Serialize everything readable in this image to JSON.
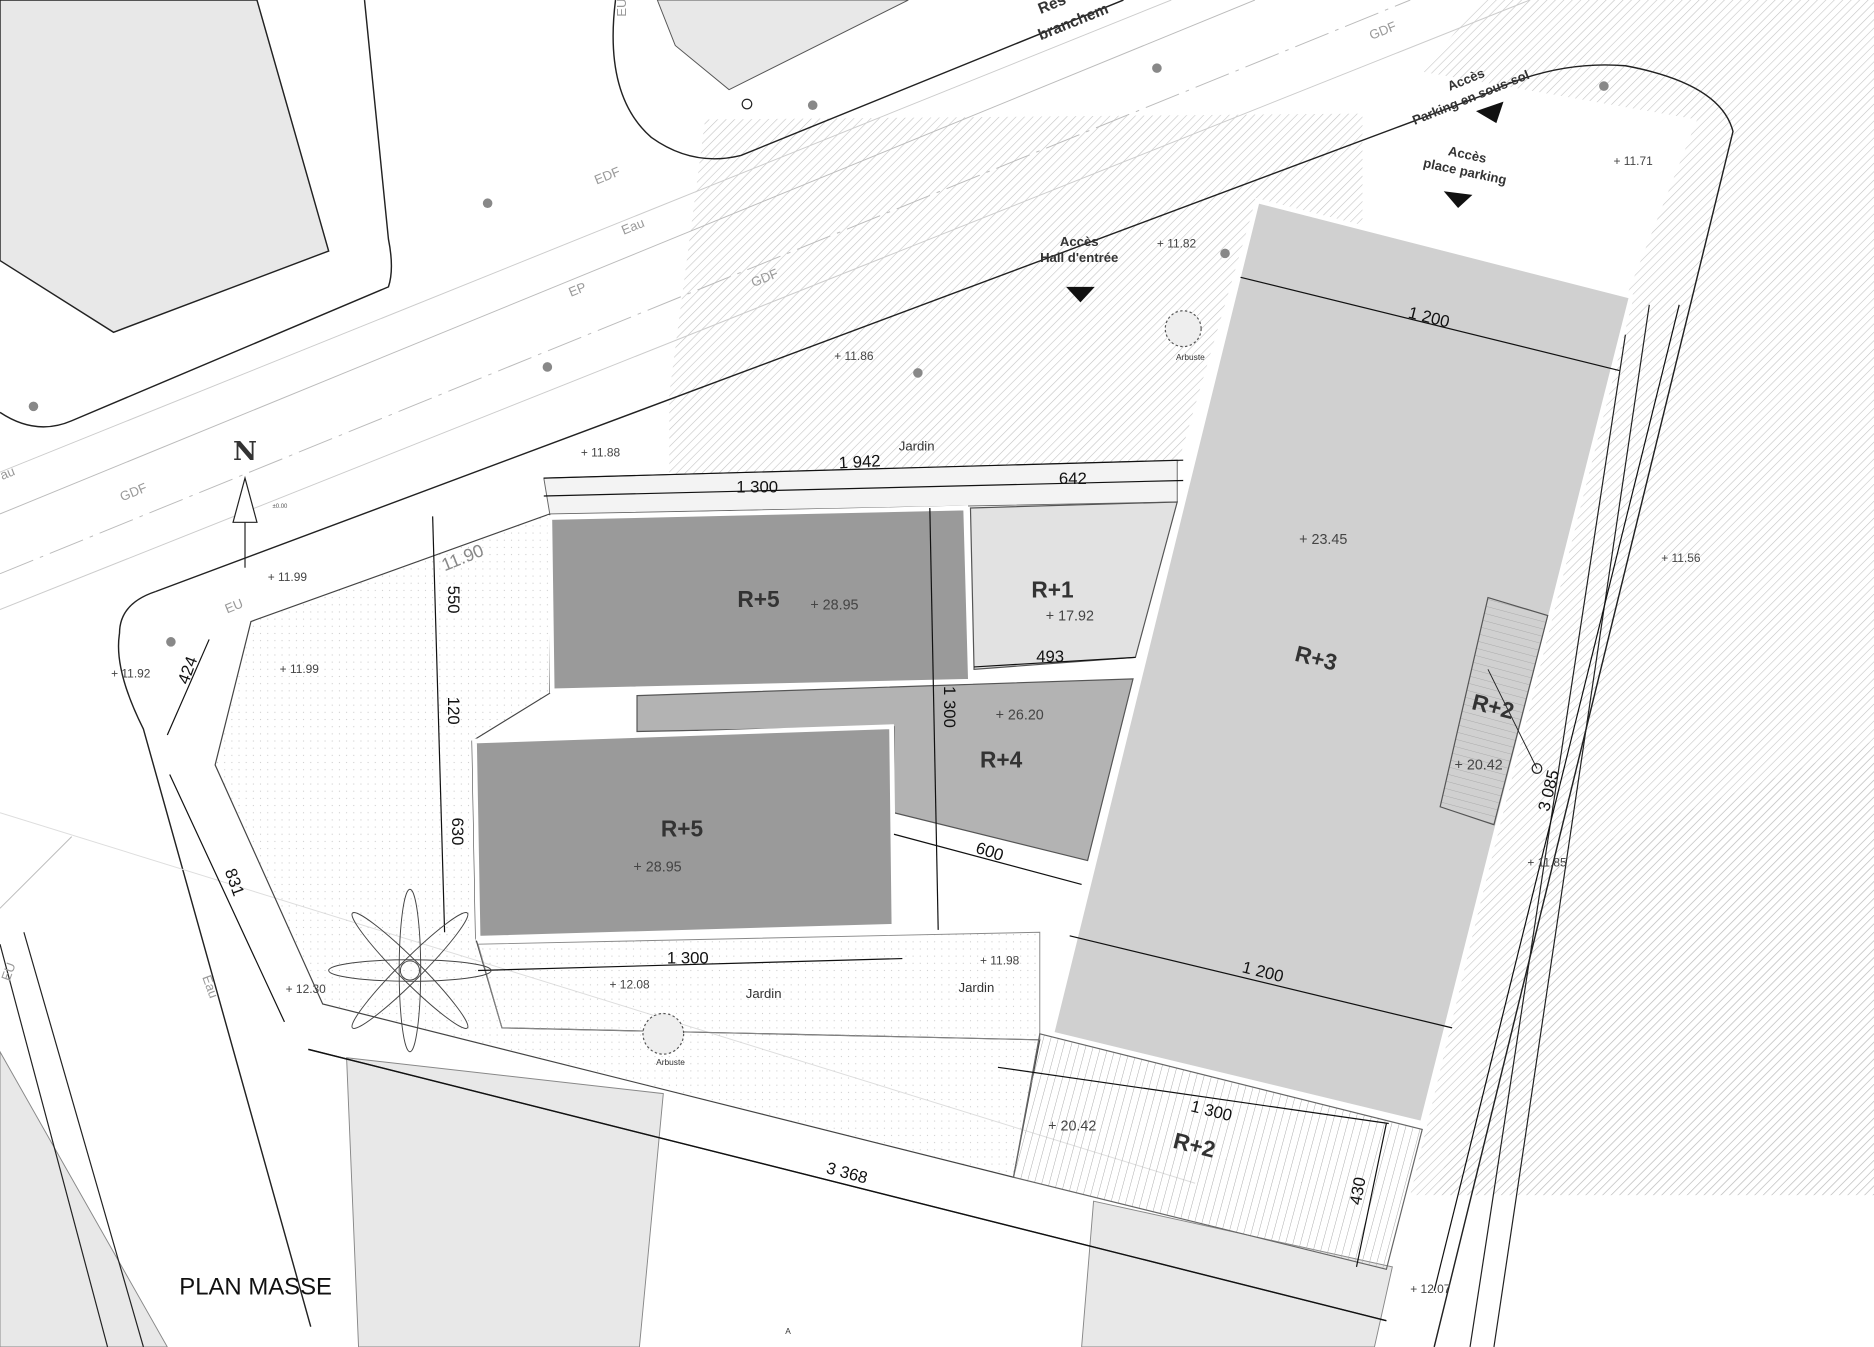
{
  "title": "PLAN MASSE",
  "north": {
    "label": "N",
    "ref": "±0.00"
  },
  "colors": {
    "building_dark": "#9a9a9a",
    "building_mid": "#b3b3b3",
    "building_light": "#d0d0d0",
    "r1": "#e2e2e2",
    "hatch": "#bdbdbd",
    "line": "#222222"
  },
  "buildings": [
    {
      "label": "R+5",
      "elevation": "+ 28.95"
    },
    {
      "label": "R+5",
      "elevation": "+ 28.95"
    },
    {
      "label": "R+1",
      "elevation": "+ 17.92"
    },
    {
      "label": "R+4",
      "elevation": "+ 26.20"
    },
    {
      "label": "R+3",
      "elevation": "+ 23.45"
    },
    {
      "label": "R+2",
      "elevation": "+ 20.42"
    },
    {
      "label": "R+2",
      "elevation": "+ 20.42"
    }
  ],
  "elevations": [
    "+ 11.82",
    "+ 11.86",
    "+ 11.88",
    "+ 11.99",
    "+ 11.92",
    "+ 11.99",
    "+ 12.30",
    "+ 12.08",
    "+ 11.98",
    "+ 11.71",
    "+ 11.56",
    "+ 11.85",
    "+ 12.07",
    "11.90"
  ],
  "dimensions": [
    "1 942",
    "1 300",
    "642",
    "550",
    "120",
    "630",
    "424",
    "831",
    "493",
    "1 300",
    "600",
    "1 300",
    "1 200",
    "1 200",
    "1 300",
    "430",
    "3 368",
    "3 085"
  ],
  "utilities": [
    "EDF",
    "Eau",
    "EP",
    "GDF",
    "GDF",
    "GDF",
    "EU",
    "Eau",
    "EU",
    "EU",
    "au"
  ],
  "network_label": [
    "Res",
    "branchem"
  ],
  "access": [
    {
      "line1": "Accès",
      "line2": "Hall d'entrée"
    },
    {
      "line1": "Accès",
      "line2": "Parking en sous-sol"
    },
    {
      "line1": "Accès",
      "line2": "place parking"
    }
  ],
  "gardens": [
    "Jardin",
    "Jardin",
    "Jardin"
  ],
  "shrubs": [
    "Arbuste",
    "Arbuste"
  ],
  "marker": "A"
}
